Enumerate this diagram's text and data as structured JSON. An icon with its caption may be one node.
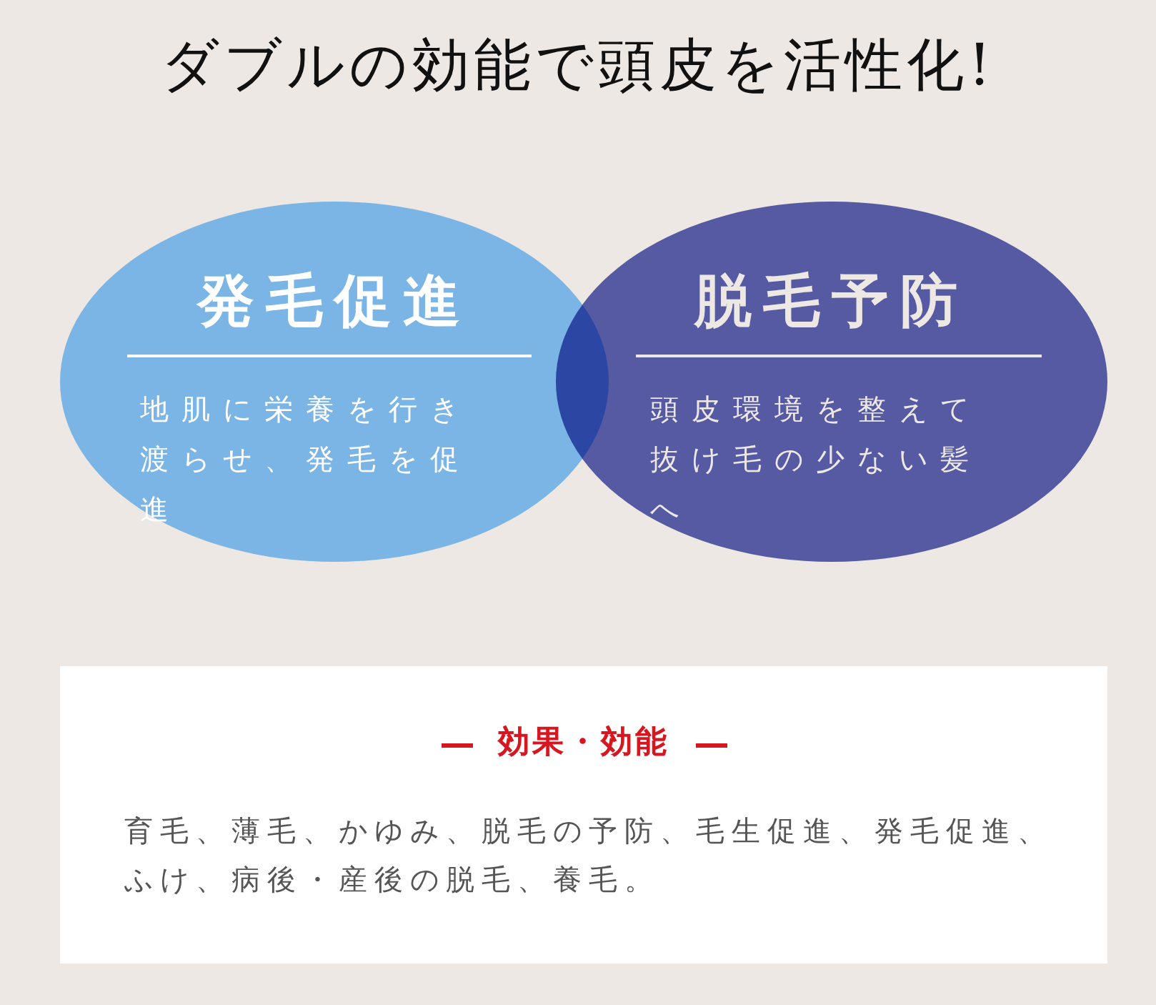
{
  "diagram": {
    "title": "ダブルの効能で頭皮を活性化!",
    "nodes": [
      {
        "text": [
          "発毛促進",
          "地肌に栄養を行き渡らせ、発毛を促進"
        ]
      },
      {
        "text": [
          "脱毛予防",
          "頭皮環境を整えて抜け毛の少ない髪へ"
        ]
      },
      {
        "text": [
          "効果・効能",
          "育毛、薄毛、かゆみ、脱毛の予防、毛生促進、発毛促進、ふけ、病後・産後の脱毛、養毛。"
        ]
      }
    ]
  }
}
